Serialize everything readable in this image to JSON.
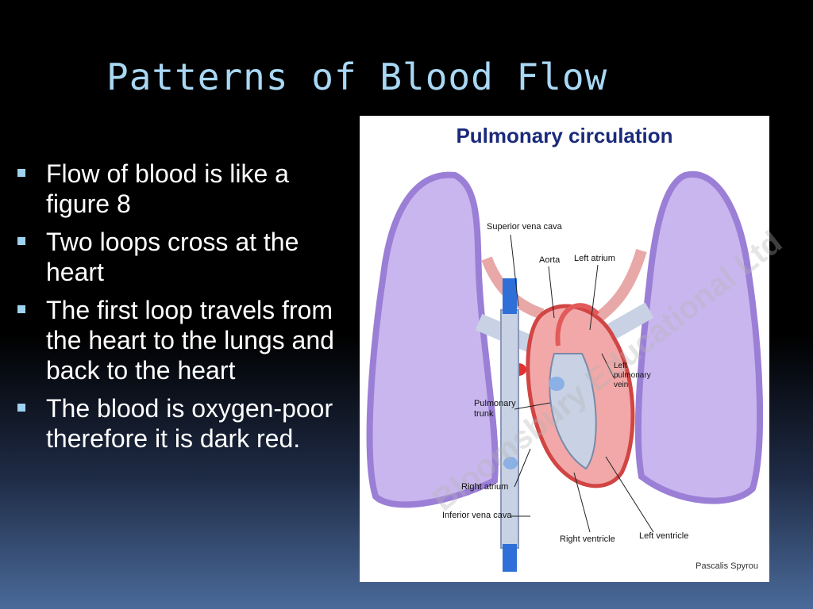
{
  "slide": {
    "title": "Patterns of Blood Flow",
    "bullets": [
      "Flow of blood is like a figure 8",
      "Two loops cross at the heart",
      "The first loop travels from the heart to the lungs and back to the heart",
      "The blood is oxygen-poor therefore it is dark red."
    ]
  },
  "figure": {
    "title": "Pulmonary circulation",
    "labels": {
      "superior_vena_cava": "Superior vena cava",
      "aorta": "Aorta",
      "left_atrium": "Left atrium",
      "left_pulmonary_vein": "Left pulmonary vein",
      "pulmonary_trunk": "Pulmonary trunk",
      "right_atrium": "Right atrium",
      "inferior_vena_cava": "Inferior vena cava",
      "right_ventricle": "Right ventricle",
      "left_ventricle": "Left ventricle"
    },
    "credit": "Pascalis Spyrou",
    "watermark": "Bloomsbury Educational Ltd"
  }
}
